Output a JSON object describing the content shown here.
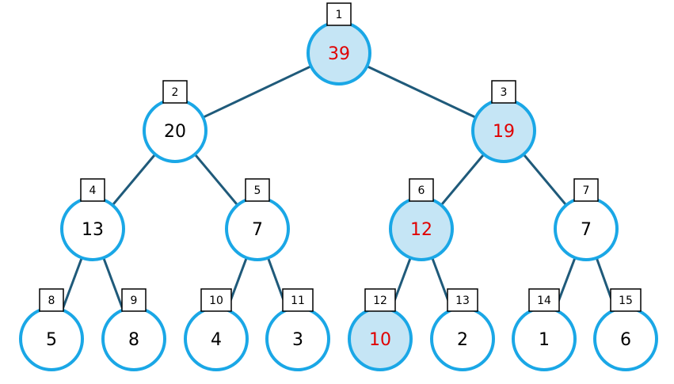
{
  "colors": {
    "edge": "#1f5a7a",
    "circle_stroke": "#1aa7e6",
    "highlight_fill": "#c5e5f5",
    "normal_fill": "#ffffff",
    "highlight_text": "#e00000",
    "normal_text": "#000000"
  },
  "nodes": [
    {
      "index": "1",
      "value": "39",
      "highlighted": true
    },
    {
      "index": "2",
      "value": "20",
      "highlighted": false
    },
    {
      "index": "3",
      "value": "19",
      "highlighted": true
    },
    {
      "index": "4",
      "value": "13",
      "highlighted": false
    },
    {
      "index": "5",
      "value": "7",
      "highlighted": false
    },
    {
      "index": "6",
      "value": "12",
      "highlighted": true
    },
    {
      "index": "7",
      "value": "7",
      "highlighted": false
    },
    {
      "index": "8",
      "value": "5",
      "highlighted": false
    },
    {
      "index": "9",
      "value": "8",
      "highlighted": false
    },
    {
      "index": "10",
      "value": "4",
      "highlighted": false
    },
    {
      "index": "11",
      "value": "3",
      "highlighted": false
    },
    {
      "index": "12",
      "value": "10",
      "highlighted": true
    },
    {
      "index": "13",
      "value": "2",
      "highlighted": false
    },
    {
      "index": "14",
      "value": "1",
      "highlighted": false
    },
    {
      "index": "15",
      "value": "6",
      "highlighted": false
    }
  ]
}
